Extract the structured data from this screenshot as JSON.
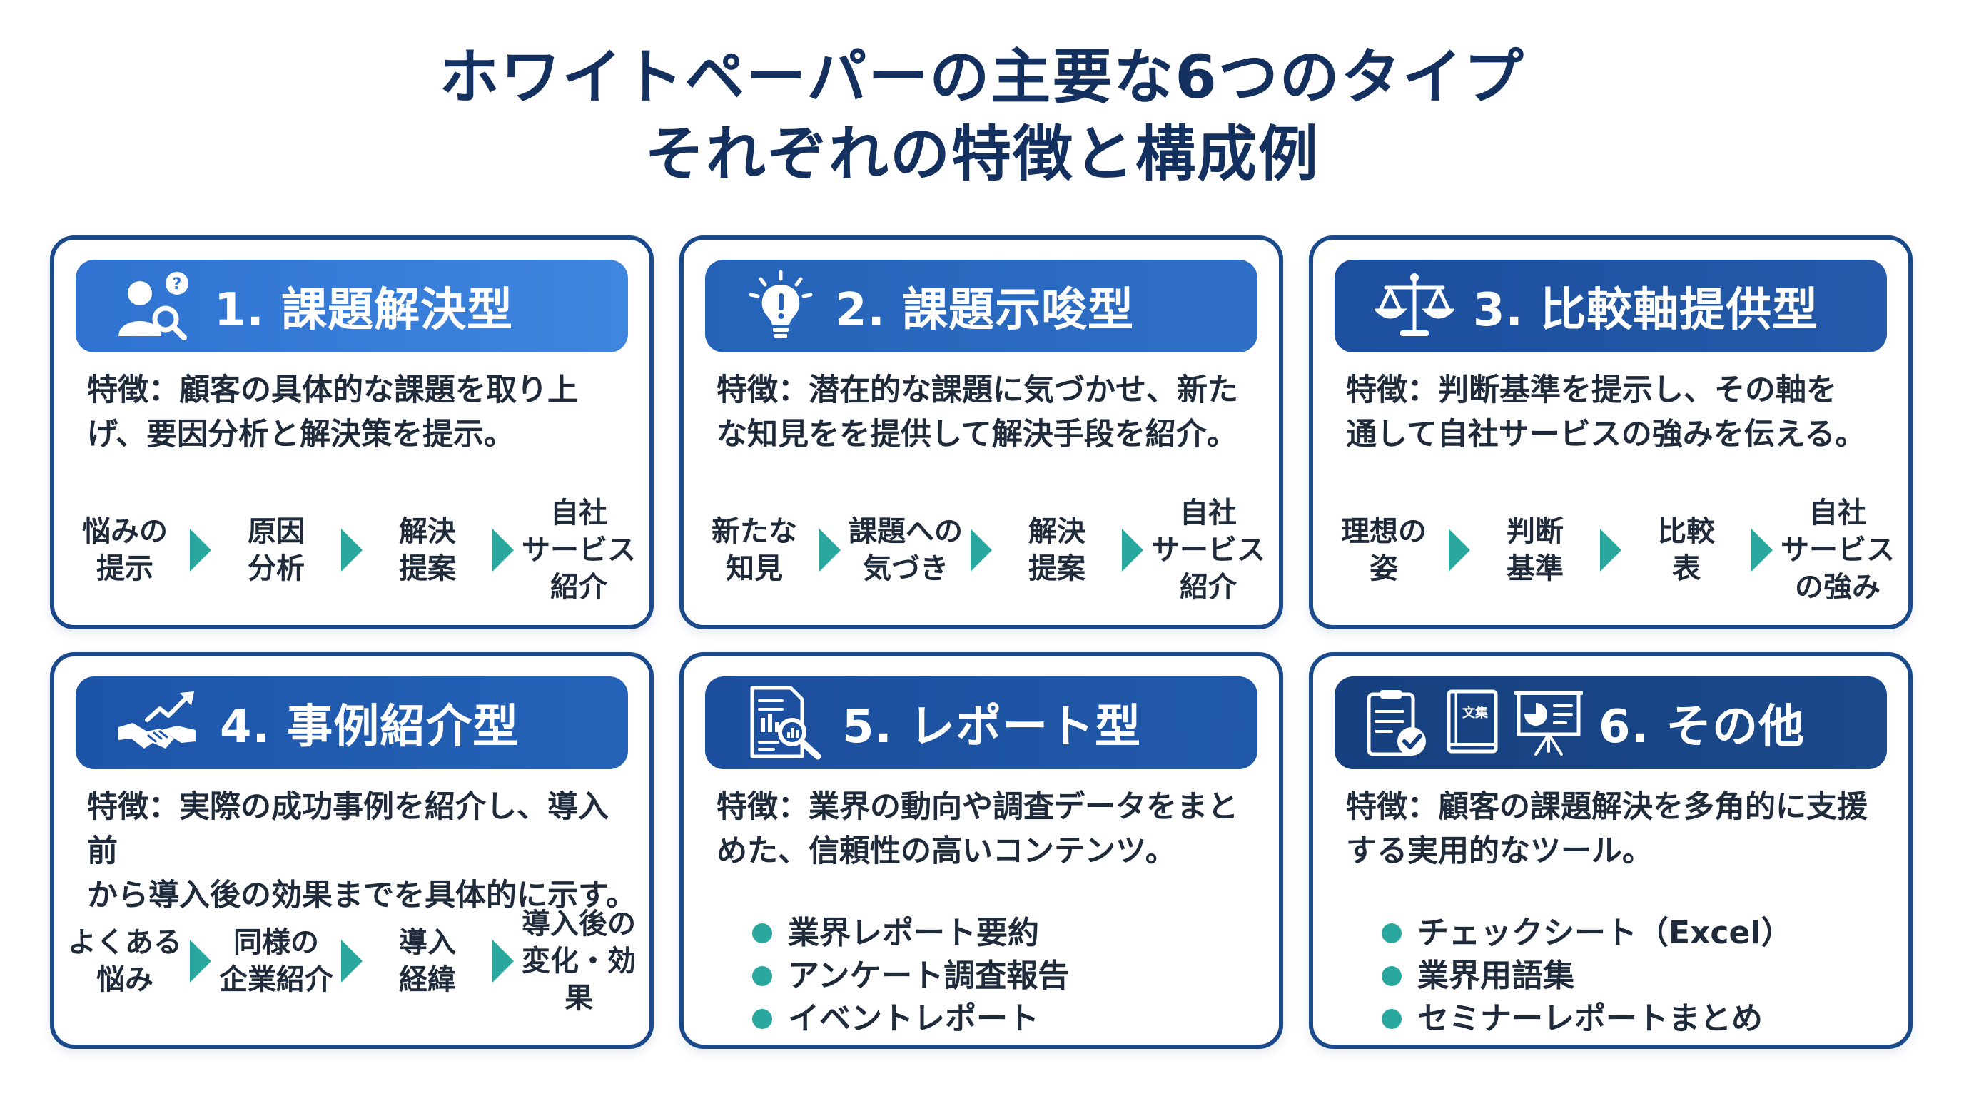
{
  "title": {
    "line1": "ホワイトペーパーの主要な6つのタイプ",
    "line2": "それぞれの特徴と構成例"
  },
  "colors": {
    "navy": "#14305e",
    "border": "#1b4a8c",
    "teal": "#2aa8a0"
  },
  "cards": [
    {
      "title": "1. 課題解決型",
      "icons": [
        "person-question-magnifier-icon"
      ],
      "desc_line1": "特徴：顧客の具体的な課題を取り上",
      "desc_line2": "げ、要因分析と解決策を提示。",
      "steps": [
        "悩みの\n提示",
        "原因\n分析",
        "解決\n提案",
        "自社\nサービス\n紹介"
      ]
    },
    {
      "title": "2. 課題示唆型",
      "icons": [
        "lightbulb-icon"
      ],
      "desc_line1": "特徴：潜在的な課題に気づかせ、新た",
      "desc_line2": "な知見をを提供して解決手段を紹介。",
      "steps": [
        "新たな\n知見",
        "課題への\n気づき",
        "解決\n提案",
        "自社\nサービス\n紹介"
      ]
    },
    {
      "title": "3. 比較軸提供型",
      "icons": [
        "balance-scale-icon"
      ],
      "desc_line1": "特徴：判断基準を提示し、その軸を",
      "desc_line2": "通して自社サービスの強みを伝える。",
      "steps": [
        "理想の\n姿",
        "判断\n基準",
        "比較\n表",
        "自社\nサービス\nの強み"
      ]
    },
    {
      "title": "4. 事例紹介型",
      "icons": [
        "handshake-growth-icon"
      ],
      "desc_line1": "特徴：実際の成功事例を紹介し、導入前",
      "desc_line2": "から導入後の効果までを具体的に示す。",
      "steps": [
        "よくある\n悩み",
        "同様の\n企業紹介",
        "導入\n経緯",
        "導入後の\n変化・効果"
      ]
    },
    {
      "title": "5. レポート型",
      "icons": [
        "report-magnifier-icon"
      ],
      "desc_line1": "特徴：業界の動向や調査データをまと",
      "desc_line2": "めた、信頼性の高いコンテンツ。",
      "bullets": [
        "業界レポート要約",
        "アンケート調査報告",
        "イベントレポート"
      ]
    },
    {
      "title": "6. その他",
      "icons": [
        "checklist-icon",
        "glossary-book-icon",
        "presentation-board-icon"
      ],
      "book_label": "文集",
      "desc_line1": "特徴：顧客の課題解決を多角的に支援",
      "desc_line2": "する実用的なツール。",
      "bullets": [
        "チェックシート（Excel）",
        "業界用語集",
        "セミナーレポートまとめ"
      ]
    }
  ]
}
